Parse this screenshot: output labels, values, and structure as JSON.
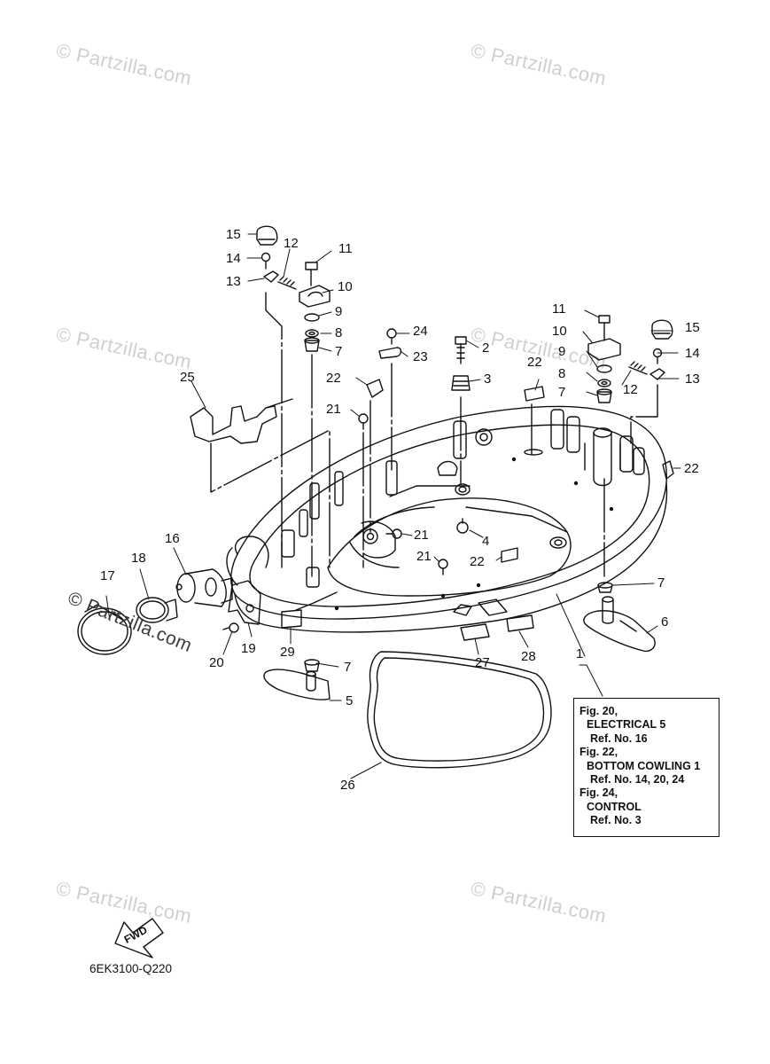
{
  "watermark": {
    "text": "© Partzilla.com",
    "text_strong": "© Partzilla.com"
  },
  "callouts": [
    "1",
    "2",
    "3",
    "4",
    "5",
    "6",
    "7",
    "8",
    "9",
    "10",
    "11",
    "12",
    "13",
    "14",
    "15",
    "16",
    "17",
    "18",
    "19",
    "20",
    "21",
    "22",
    "23",
    "24",
    "25",
    "26",
    "27",
    "28",
    "29"
  ],
  "reference_box": {
    "lines": [
      "Fig. 20,",
      "ELECTRICAL 5",
      "Ref. No. 16",
      "Fig. 22,",
      "BOTTOM COWLING 1",
      "Ref. No. 14, 20, 24",
      "Fig. 24,",
      "CONTROL",
      "Ref. No. 3"
    ]
  },
  "fwd_label": "FWD",
  "diagram_code": "6EK3100-Q220"
}
